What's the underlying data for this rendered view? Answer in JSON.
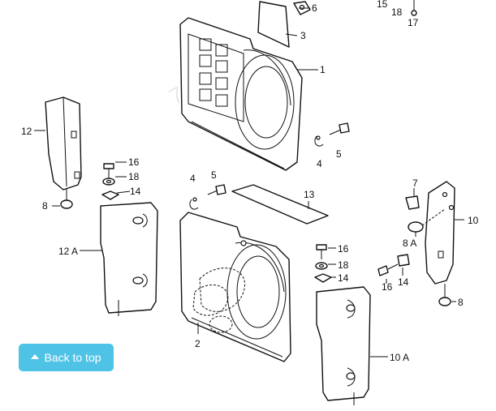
{
  "watermark": "7zap.com",
  "callouts": {
    "c1": "1",
    "c2": "2",
    "c3": "3",
    "c4a": "4",
    "c4b": "4",
    "c5a": "5",
    "c5b": "5",
    "c6": "6",
    "c7": "7",
    "c8a": "8",
    "c8b": "8",
    "c8A": "8 A",
    "c10": "10",
    "c10A": "10 A",
    "c12": "12",
    "c12A": "12 A",
    "c13": "13",
    "c14a": "14",
    "c14b": "14",
    "c14c": "14",
    "c15": "15",
    "c16a": "16",
    "c16b": "16",
    "c16c": "16",
    "c17": "17",
    "c18a": "18",
    "c18b": "18",
    "c18c": "18"
  },
  "back_to_top": {
    "label": "Back to top",
    "icon": "chevron-up-icon",
    "color": "#4fc3e6"
  }
}
